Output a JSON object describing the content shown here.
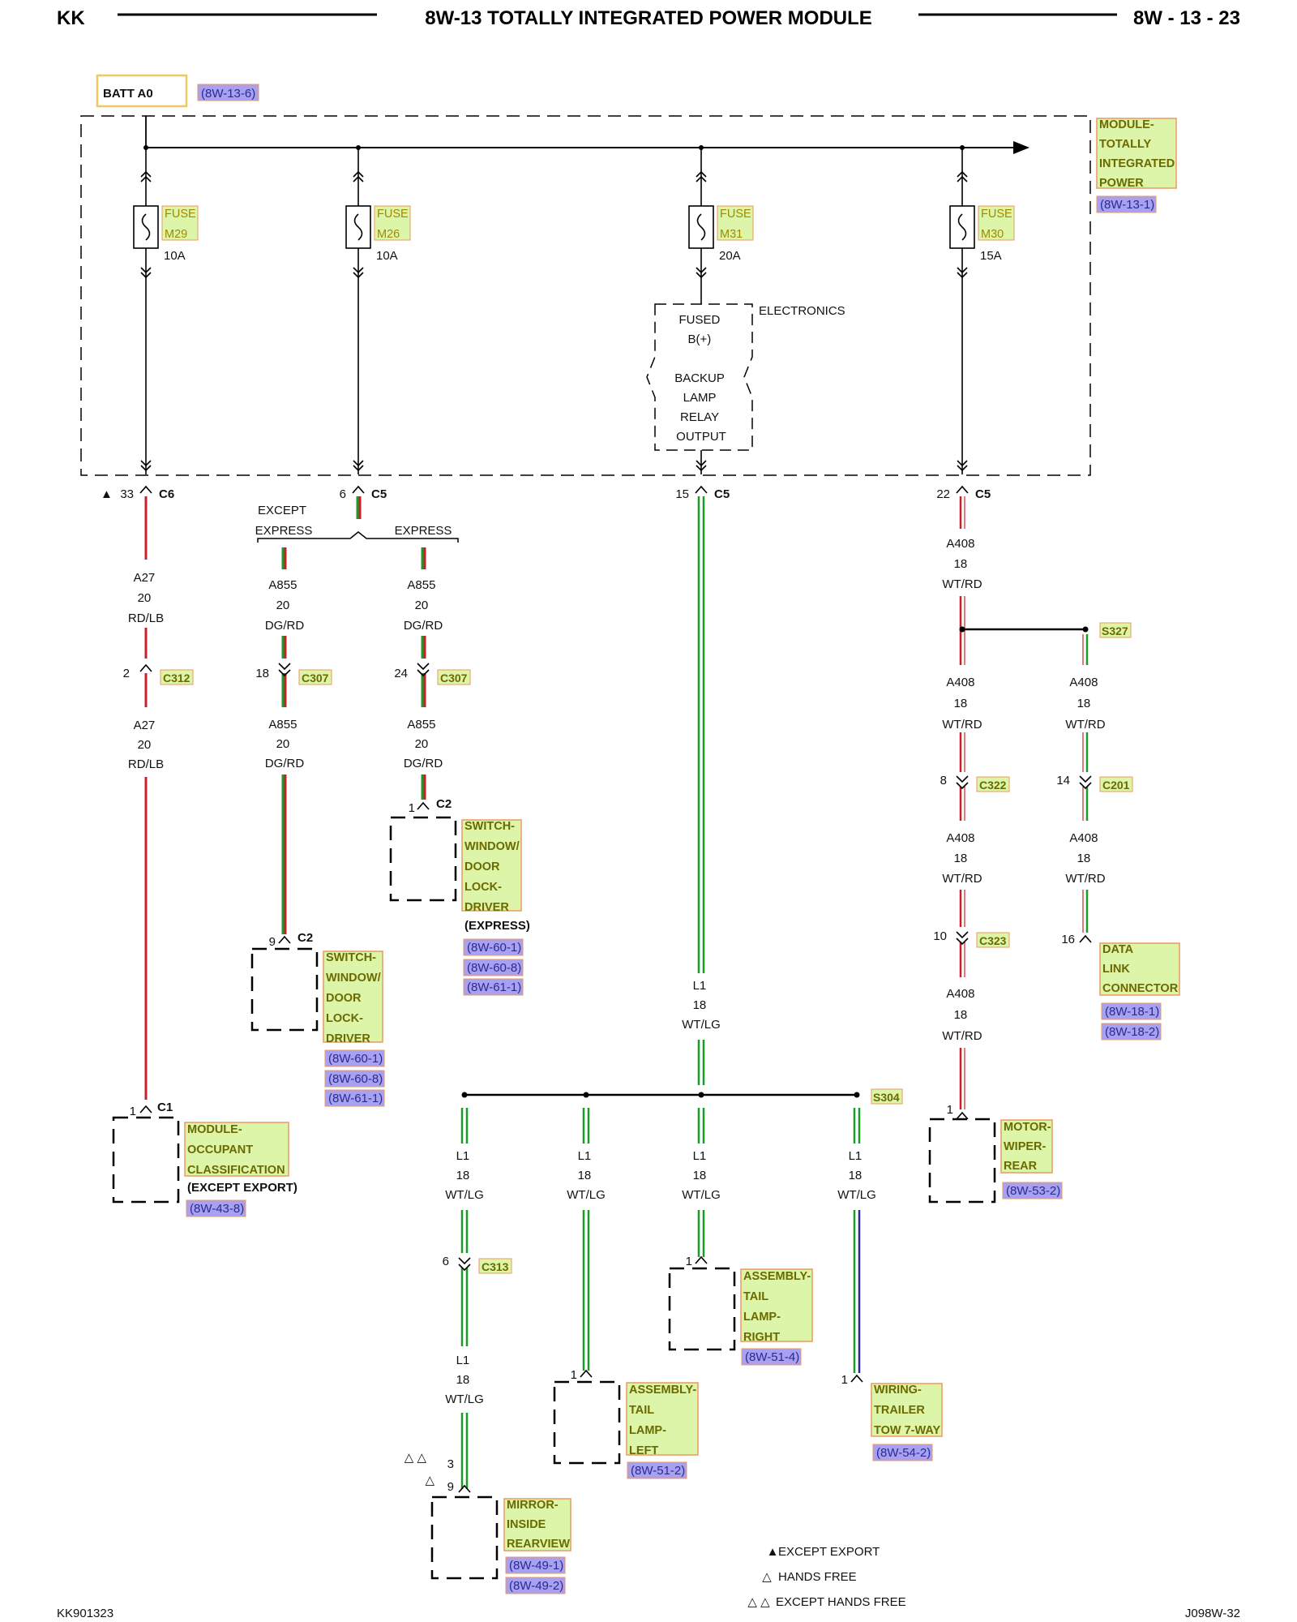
{
  "header": {
    "left": "KK",
    "title": "8W-13 TOTALLY INTEGRATED POWER MODULE",
    "page": "8W - 13 - 23"
  },
  "footer": {
    "left": "KK901323",
    "right": "J098W-32"
  },
  "source": {
    "label": "BATT A0",
    "ref": "(8W-13-6)"
  },
  "module": {
    "name": [
      "MODULE-",
      "TOTALLY",
      "INTEGRATED",
      "POWER"
    ],
    "ref": "(8W-13-1)"
  },
  "fuses": [
    {
      "lines": [
        "FUSE",
        "M29"
      ],
      "rating": "10A"
    },
    {
      "lines": [
        "FUSE",
        "M26"
      ],
      "rating": "10A"
    },
    {
      "lines": [
        "FUSE",
        "M31"
      ],
      "rating": "20A"
    },
    {
      "lines": [
        "FUSE",
        "M30"
      ],
      "rating": "15A"
    }
  ],
  "relay": {
    "lines": [
      "FUSED",
      "B(+)",
      "BACKUP",
      "LAMP",
      "RELAY",
      "OUTPUT"
    ],
    "side": "ELECTRONICS"
  },
  "module_pins": [
    {
      "pin": "33",
      "conn": "C6",
      "mark": "▲"
    },
    {
      "pin": "6",
      "conn": "C5"
    },
    {
      "pin": "15",
      "conn": "C5"
    },
    {
      "pin": "22",
      "conn": "C5"
    }
  ],
  "branch": {
    "left": [
      "EXCEPT",
      "EXPRESS"
    ],
    "right": "EXPRESS"
  },
  "wires": {
    "a27": [
      "A27",
      "20",
      "RD/LB"
    ],
    "a855": [
      "A855",
      "20",
      "DG/RD"
    ],
    "a408": [
      "A408",
      "18",
      "WT/RD"
    ],
    "l1": [
      "L1",
      "18",
      "WT/LG"
    ]
  },
  "connectors": {
    "c312": {
      "pin": "2",
      "name": "C312"
    },
    "c307a": {
      "pin": "18",
      "name": "C307"
    },
    "c307b": {
      "pin": "24",
      "name": "C307"
    },
    "c322": {
      "pin": "8",
      "name": "C322"
    },
    "c201": {
      "pin": "14",
      "name": "C201"
    },
    "c323": {
      "pin": "10",
      "name": "C323"
    },
    "c313": {
      "pin": "6",
      "name": "C313"
    }
  },
  "splices": {
    "s327": "S327",
    "s304": "S304"
  },
  "components": {
    "occupant": {
      "pin": "1",
      "conn": "C1",
      "name": [
        "MODULE-",
        "OCCUPANT",
        "CLASSIFICATION"
      ],
      "note": "(EXCEPT EXPORT)",
      "refs": [
        "(8W-43-8)"
      ]
    },
    "switch_a": {
      "pin": "9",
      "conn": "C2",
      "name": [
        "SWITCH-",
        "WINDOW/",
        "DOOR",
        "LOCK-",
        "DRIVER"
      ],
      "refs": [
        "(8W-60-1)",
        "(8W-60-8)",
        "(8W-61-1)"
      ]
    },
    "switch_b": {
      "pin": "1",
      "conn": "C2",
      "name": [
        "SWITCH-",
        "WINDOW/",
        "DOOR",
        "LOCK-",
        "DRIVER"
      ],
      "note": "(EXPRESS)",
      "refs": [
        "(8W-60-1)",
        "(8W-60-8)",
        "(8W-61-1)"
      ]
    },
    "data_link": {
      "pin": "16",
      "name": [
        "DATA",
        "LINK",
        "CONNECTOR"
      ],
      "refs": [
        "(8W-18-1)",
        "(8W-18-2)"
      ]
    },
    "wiper": {
      "pin": "1",
      "name": [
        "MOTOR-",
        "WIPER-",
        "REAR"
      ],
      "refs": [
        "(8W-53-2)"
      ]
    },
    "tail_right": {
      "pin": "1",
      "name": [
        "ASSEMBLY-",
        "TAIL",
        "LAMP-",
        "RIGHT"
      ],
      "refs": [
        "(8W-51-4)"
      ]
    },
    "tail_left": {
      "pin": "1",
      "name": [
        "ASSEMBLY-",
        "TAIL",
        "LAMP-",
        "LEFT"
      ],
      "refs": [
        "(8W-51-2)"
      ]
    },
    "trailer": {
      "pin": "1",
      "name": [
        "WIRING-",
        "TRAILER",
        "TOW 7-WAY"
      ],
      "refs": [
        "(8W-54-2)"
      ]
    },
    "mirror": {
      "pins": [
        {
          "mark": "△ △",
          "pin": "3"
        },
        {
          "mark": "△",
          "pin": "9"
        }
      ],
      "name": [
        "MIRROR-",
        "INSIDE",
        "REARVIEW"
      ],
      "refs": [
        "(8W-49-1)",
        "(8W-49-2)"
      ]
    }
  },
  "legend": [
    {
      "mark": "▲",
      "text": "EXCEPT EXPORT"
    },
    {
      "mark": "△",
      "text": "HANDS FREE"
    },
    {
      "mark": "△ △",
      "text": "EXCEPT HANDS FREE"
    }
  ],
  "colors": {
    "red": "#c8202a",
    "green": "#1c9a28",
    "label_fill": "#ddf5a8",
    "label_border": "#e89a60",
    "ref_fill": "#a8a0f0",
    "source_border": "#f0c860"
  }
}
